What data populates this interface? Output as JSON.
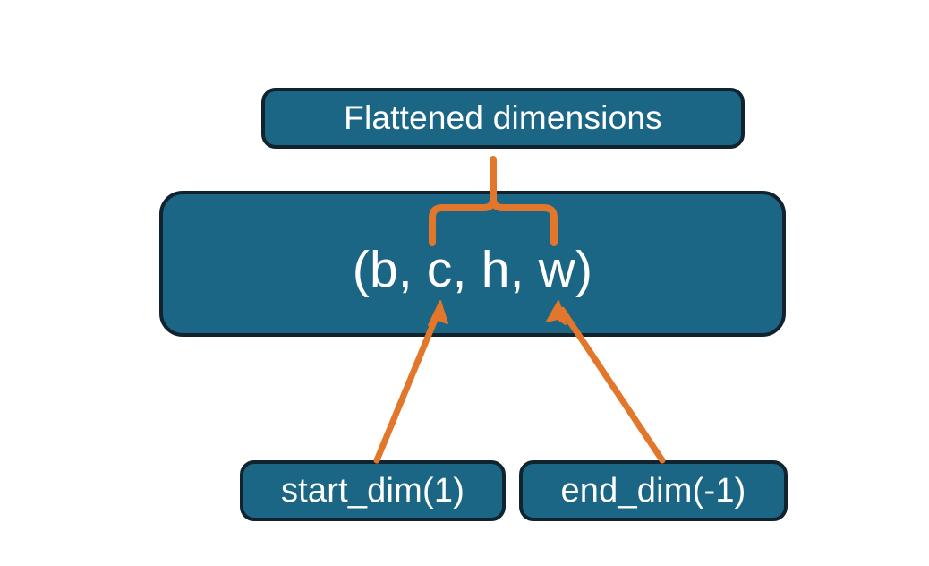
{
  "diagram": {
    "title_node": {
      "label": "Flattened dimensions",
      "name": "flattened-dimensions-box"
    },
    "shape_node": {
      "label": "(b, c, h, w)",
      "name": "tensor-shape-box"
    },
    "start_node": {
      "label": "start_dim(1)",
      "name": "start-dim-box"
    },
    "end_node": {
      "label": "end_dim(-1)",
      "name": "end-dim-box"
    },
    "connectors": {
      "brace": "curly-brace-connector",
      "stem": "brace-stem-connector",
      "start_arrow": "start-dim-arrow",
      "end_arrow": "end-dim-arrow"
    },
    "colors": {
      "box_fill": "#1b6685",
      "box_border": "#11232f",
      "text": "#ffffff",
      "accent_orange": "#e2762b",
      "background": "#ffffff"
    }
  }
}
